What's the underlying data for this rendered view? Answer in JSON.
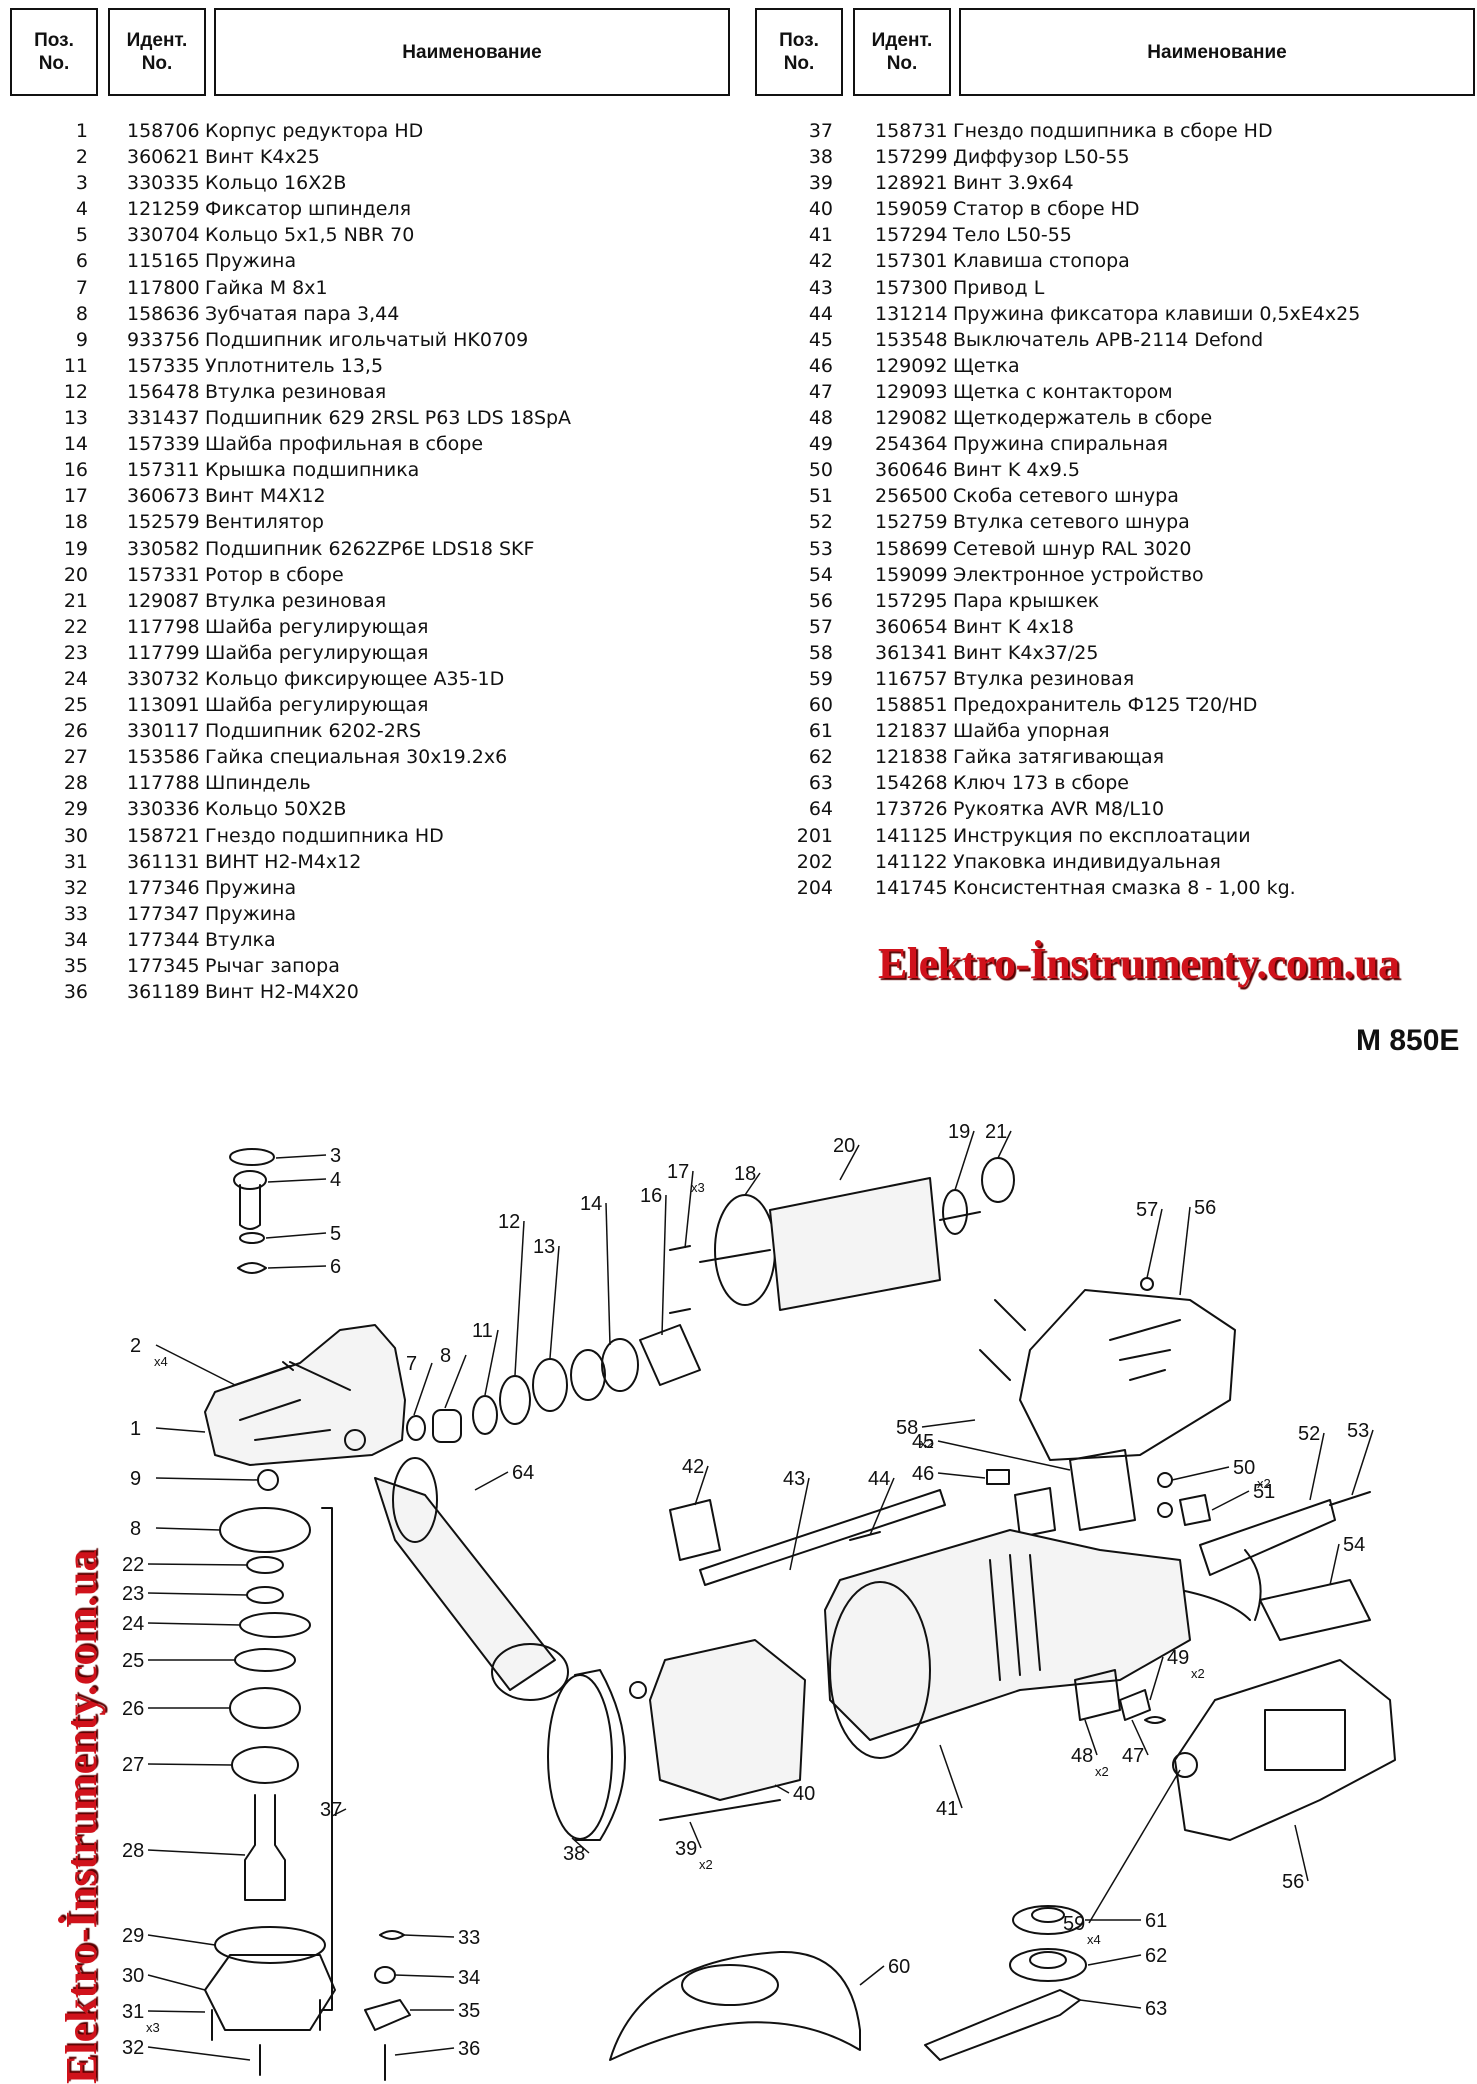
{
  "headers": {
    "pos": "Поз.\nNo.",
    "ident": "Идент.\nNo.",
    "name": "Наименование"
  },
  "parts_left": [
    {
      "pos": "1",
      "ident": "158706",
      "name": "Корпус редуктора HD"
    },
    {
      "pos": "2",
      "ident": "360621",
      "name": "Винт  K4x25"
    },
    {
      "pos": "3",
      "ident": "330335",
      "name": "Кольцо  16X2B"
    },
    {
      "pos": "4",
      "ident": "121259",
      "name": "Фиксатор шпинделя"
    },
    {
      "pos": "5",
      "ident": "330704",
      "name": "Кольцо 5x1,5 NBR 70"
    },
    {
      "pos": "6",
      "ident": "115165",
      "name": "Пружина"
    },
    {
      "pos": "7",
      "ident": "117800",
      "name": "Гайка M 8x1"
    },
    {
      "pos": "8",
      "ident": "158636",
      "name": "Зубчатая пара  3,44"
    },
    {
      "pos": "9",
      "ident": "933756",
      "name": "Подшипник игольчатый HK0709"
    },
    {
      "pos": "11",
      "ident": "157335",
      "name": "Уплотнитель 13,5"
    },
    {
      "pos": "12",
      "ident": "156478",
      "name": "Втулка резиновая"
    },
    {
      "pos": "13",
      "ident": "331437",
      "name": "Подшипник 629 2RSL P63 LDS 18SpA"
    },
    {
      "pos": "14",
      "ident": "157339",
      "name": "Шайба профильная в сборе"
    },
    {
      "pos": "16",
      "ident": "157311",
      "name": "Крышка подшипника"
    },
    {
      "pos": "17",
      "ident": "360673",
      "name": "Винт M4X12"
    },
    {
      "pos": "18",
      "ident": "152579",
      "name": "Вентилятор"
    },
    {
      "pos": "19",
      "ident": "330582",
      "name": "Подшипник 6262ZP6E LDS18 SKF"
    },
    {
      "pos": "20",
      "ident": "157331",
      "name": "Ротор в сборе"
    },
    {
      "pos": "21",
      "ident": "129087",
      "name": "Втулка резиновая"
    },
    {
      "pos": "22",
      "ident": "117798",
      "name": "Шайба регулирующая"
    },
    {
      "pos": "23",
      "ident": "117799",
      "name": "Шайба регулирующая"
    },
    {
      "pos": "24",
      "ident": "330732",
      "name": "Кольцо фиксирующее A35-1D"
    },
    {
      "pos": "25",
      "ident": "113091",
      "name": "Шайба регулирующая"
    },
    {
      "pos": "26",
      "ident": "330117",
      "name": "Подшипник  6202-2RS"
    },
    {
      "pos": "27",
      "ident": "153586",
      "name": "Гайка специальная 30x19.2x6"
    },
    {
      "pos": "28",
      "ident": "117788",
      "name": "Шпиндель"
    },
    {
      "pos": "29",
      "ident": "330336",
      "name": "Кольцо 50X2B"
    },
    {
      "pos": "30",
      "ident": "158721",
      "name": "Гнездо подшипника HD"
    },
    {
      "pos": "31",
      "ident": "361131",
      "name": "ВИНТ H2-M4x12"
    },
    {
      "pos": "32",
      "ident": "177346",
      "name": "Пружина"
    },
    {
      "pos": "33",
      "ident": "177347",
      "name": "Пружина"
    },
    {
      "pos": "34",
      "ident": "177344",
      "name": "Втулка"
    },
    {
      "pos": "35",
      "ident": "177345",
      "name": "Рычаг запора"
    },
    {
      "pos": "36",
      "ident": "361189",
      "name": "Винт H2-M4X20"
    }
  ],
  "parts_right": [
    {
      "pos": "37",
      "ident": "158731",
      "name": "Гнездо подшипника в сборе HD"
    },
    {
      "pos": "38",
      "ident": "157299",
      "name": "Диффузор L50-55"
    },
    {
      "pos": "39",
      "ident": "128921",
      "name": "Винт 3.9x64"
    },
    {
      "pos": "40",
      "ident": "159059",
      "name": "Статор в сборе HD"
    },
    {
      "pos": "41",
      "ident": "157294",
      "name": "Тело L50-55"
    },
    {
      "pos": "42",
      "ident": "157301",
      "name": "Клавиша стопора"
    },
    {
      "pos": "43",
      "ident": "157300",
      "name": "Привод L"
    },
    {
      "pos": "44",
      "ident": "131214",
      "name": "Пружина фиксатора клавиши 0,5xE4x25"
    },
    {
      "pos": "45",
      "ident": "153548",
      "name": "Выключатель APB-2114 Defond"
    },
    {
      "pos": "46",
      "ident": "129092",
      "name": "Щетка"
    },
    {
      "pos": "47",
      "ident": "129093",
      "name": "Щетка с контактором"
    },
    {
      "pos": "48",
      "ident": "129082",
      "name": "Щеткодержатель в сборе"
    },
    {
      "pos": "49",
      "ident": "254364",
      "name": "Пружина спиральная"
    },
    {
      "pos": "50",
      "ident": "360646",
      "name": "Винт K 4x9.5"
    },
    {
      "pos": "51",
      "ident": "256500",
      "name": "Скоба сетевого шнура"
    },
    {
      "pos": "52",
      "ident": "152759",
      "name": "Втулка сетевого шнура"
    },
    {
      "pos": "53",
      "ident": "158699",
      "name": "Сетевой шнур RAL 3020"
    },
    {
      "pos": "54",
      "ident": "159099",
      "name": "Электронное устройство"
    },
    {
      "pos": "56",
      "ident": "157295",
      "name": "Пара крышкек"
    },
    {
      "pos": "57",
      "ident": "360654",
      "name": "Винт K 4x18"
    },
    {
      "pos": "58",
      "ident": "361341",
      "name": "Винт K4x37/25"
    },
    {
      "pos": "59",
      "ident": "116757",
      "name": "Втулка резиновая"
    },
    {
      "pos": "60",
      "ident": "158851",
      "name": "Предохранитель Ф125 T20/HD"
    },
    {
      "pos": "61",
      "ident": "121837",
      "name": "Шайба упорная"
    },
    {
      "pos": "62",
      "ident": "121838",
      "name": "Гайка затягивающая"
    },
    {
      "pos": "63",
      "ident": "154268",
      "name": "Ключ 173 в сборе"
    },
    {
      "pos": "64",
      "ident": "173726",
      "name": "Рукоятка AVR M8/L10"
    },
    {
      "pos": "201",
      "ident": "141125",
      "name": "Инструкция по експлоатации"
    },
    {
      "pos": "202",
      "ident": "141122",
      "name": "Упаковка индивидуальная"
    },
    {
      "pos": "204",
      "ident": "141745",
      "name": "Консистентная смазка 8  - 1,00 kg."
    }
  ],
  "brand": "Elektro-İnstrumenty.com.ua",
  "model": "M 850E",
  "callouts": [
    {
      "n": "1"
    },
    {
      "n": "2",
      "q": "x4"
    },
    {
      "n": "3"
    },
    {
      "n": "4"
    },
    {
      "n": "5"
    },
    {
      "n": "6"
    },
    {
      "n": "7"
    },
    {
      "n": "8"
    },
    {
      "n": "9"
    },
    {
      "n": "8"
    },
    {
      "n": "11"
    },
    {
      "n": "12"
    },
    {
      "n": "13"
    },
    {
      "n": "14"
    },
    {
      "n": "16"
    },
    {
      "n": "17",
      "q": "x3"
    },
    {
      "n": "18"
    },
    {
      "n": "19"
    },
    {
      "n": "20"
    },
    {
      "n": "21"
    },
    {
      "n": "22"
    },
    {
      "n": "23"
    },
    {
      "n": "24"
    },
    {
      "n": "25"
    },
    {
      "n": "26"
    },
    {
      "n": "27"
    },
    {
      "n": "28"
    },
    {
      "n": "29"
    },
    {
      "n": "30"
    },
    {
      "n": "31",
      "q": "x3"
    },
    {
      "n": "32"
    },
    {
      "n": "33"
    },
    {
      "n": "34"
    },
    {
      "n": "35"
    },
    {
      "n": "36"
    },
    {
      "n": "37"
    },
    {
      "n": "38"
    },
    {
      "n": "39",
      "q": "x2"
    },
    {
      "n": "40"
    },
    {
      "n": "41"
    },
    {
      "n": "42"
    },
    {
      "n": "43"
    },
    {
      "n": "44"
    },
    {
      "n": "45"
    },
    {
      "n": "46"
    },
    {
      "n": "47"
    },
    {
      "n": "48",
      "q": "x2"
    },
    {
      "n": "49",
      "q": "x2"
    },
    {
      "n": "50",
      "q": "x2"
    },
    {
      "n": "51"
    },
    {
      "n": "52"
    },
    {
      "n": "53"
    },
    {
      "n": "54"
    },
    {
      "n": "56"
    },
    {
      "n": "56"
    },
    {
      "n": "57"
    },
    {
      "n": "58",
      "q": "x2"
    },
    {
      "n": "59",
      "q": "x4"
    },
    {
      "n": "60"
    },
    {
      "n": "61"
    },
    {
      "n": "62"
    },
    {
      "n": "63"
    },
    {
      "n": "64"
    }
  ],
  "colors": {
    "brand": "#d0121b",
    "line": "#111111"
  }
}
